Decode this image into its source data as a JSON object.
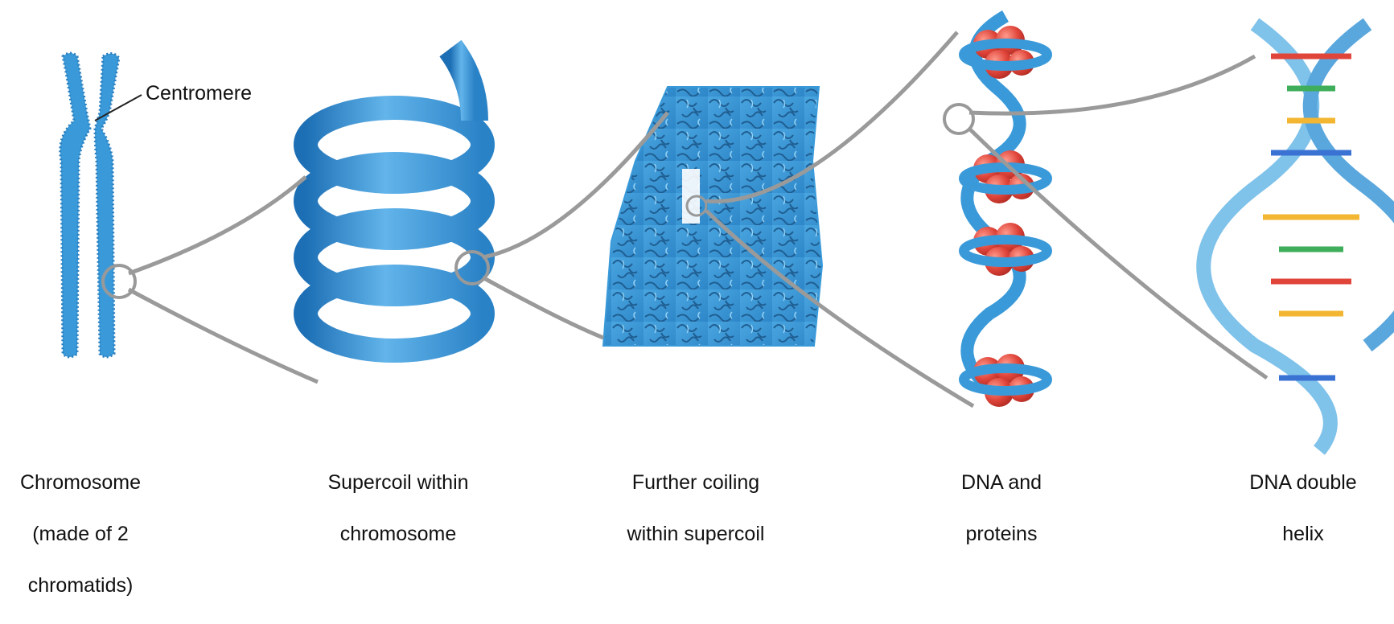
{
  "labels": {
    "centromere": "Centromere"
  },
  "stages": [
    {
      "id": "chromosome",
      "lines": [
        "Chromosome",
        "(made of 2",
        "chromatids)"
      ]
    },
    {
      "id": "supercoil",
      "lines": [
        "Supercoil within",
        "chromosome"
      ]
    },
    {
      "id": "further-coiling",
      "lines": [
        "Further coiling",
        "within supercoil"
      ]
    },
    {
      "id": "dna-proteins",
      "lines": [
        "DNA and",
        "proteins"
      ]
    },
    {
      "id": "double-helix",
      "lines": [
        "DNA double",
        "helix"
      ]
    }
  ],
  "colors": {
    "dna_blue": "#3a9ad9",
    "dna_light": "#8cc8ee",
    "histone_red": "#e0453a",
    "connector_gray": "#9a9a9a"
  }
}
